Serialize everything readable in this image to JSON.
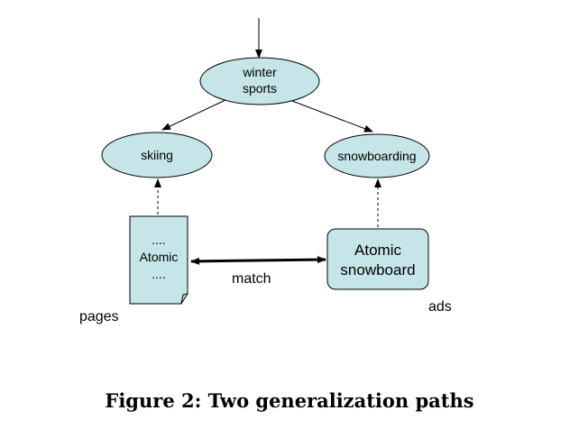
{
  "nodes": {
    "root": {
      "line1": "winter",
      "line2": "sports"
    },
    "left": {
      "label": "skiing"
    },
    "right": {
      "label": "snowboarding"
    }
  },
  "page_doc": {
    "line1": "....",
    "line2": "Atomic",
    "line3": "...."
  },
  "ad_box": {
    "line1": "Atomic",
    "line2": "snowboard"
  },
  "labels": {
    "match": "match",
    "pages": "pages",
    "ads": "ads"
  },
  "caption": "Figure 2:  Two generalization paths",
  "colors": {
    "node_fill": "#c6e5e8",
    "stroke": "#000000"
  }
}
